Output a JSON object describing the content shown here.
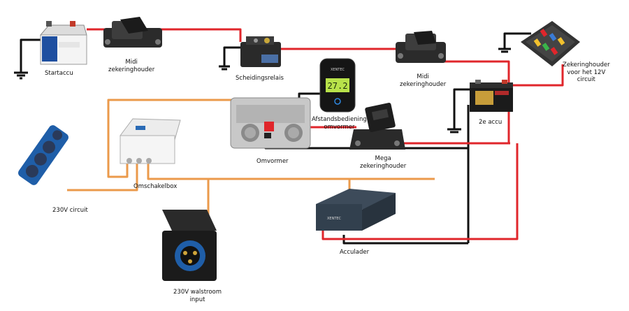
{
  "colors": {
    "positive_wire": "#e0262b",
    "negative_wire": "#111111",
    "ac_wire": "#eb9a4b",
    "device_gray": "#3a3a3a",
    "socket_blue": "#1f5ea8",
    "display_green": "#b8e24a"
  },
  "components": {
    "startaccu": {
      "label": "Startaccu",
      "icon": "car-battery-icon"
    },
    "midi_fuse_1": {
      "line1": "Midi",
      "line2": "zekeringhouder",
      "icon": "fuse-holder-icon"
    },
    "scheidingsrelais": {
      "label": "Scheidingsrelais",
      "icon": "relay-icon"
    },
    "remote": {
      "line1": "Afstandsbediening",
      "line2": "omvormer",
      "display": "27.2",
      "brand": "XENTEC",
      "icon": "remote-control-icon"
    },
    "midi_fuse_2": {
      "line1": "Midi",
      "line2": "zekeringhouder",
      "icon": "fuse-holder-icon"
    },
    "fuse_block": {
      "line1": "Zekeringhouder",
      "line2": "voor het 12V",
      "line3": "circuit",
      "icon": "fuse-block-icon"
    },
    "accu2": {
      "label": "2e accu",
      "icon": "battery-icon"
    },
    "omvormer": {
      "label": "Omvormer",
      "icon": "inverter-icon"
    },
    "mega_fuse": {
      "line1": "Mega",
      "line2": "zekeringhouder",
      "icon": "mega-fuse-icon"
    },
    "omschakelbox": {
      "label": "Omschakelbox",
      "icon": "switch-box-icon"
    },
    "socket_strip": {
      "label": "230V circuit",
      "icon": "power-strip-icon"
    },
    "acculader": {
      "label": "Acculader",
      "brand": "XENTEC",
      "icon": "battery-charger-icon"
    },
    "walstroom": {
      "line1": "230V walstroom",
      "line2": "input",
      "icon": "shore-power-inlet-icon"
    }
  }
}
